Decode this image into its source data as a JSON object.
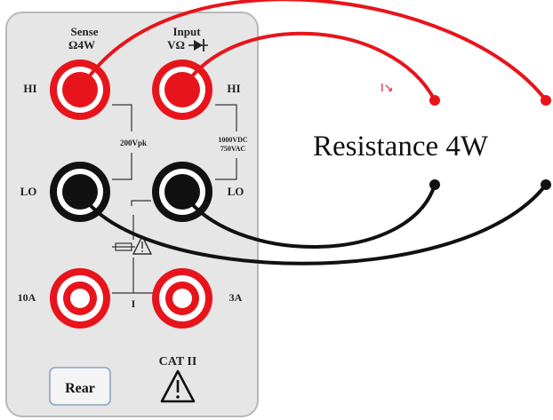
{
  "panel": {
    "sense_label_1": "Sense",
    "sense_label_2": "Ω4W",
    "input_label_1": "Input",
    "input_label_2": "VΩ",
    "hi_left": "HI",
    "hi_right": "HI",
    "lo_left": "LO",
    "lo_right": "LO",
    "vpk_label": "200Vpk",
    "vdc_label": "1000VDC",
    "vac_label": "750VAC",
    "a10_label": "10A",
    "a3_label": "3A",
    "i_label": "I",
    "cat_label": "CAT II",
    "rear_button": "Rear"
  },
  "diagram": {
    "title": "Resistance 4W",
    "current_label": "I↘"
  },
  "colors": {
    "red": "#e8141b",
    "black": "#111111",
    "panel": "#e6e6e6"
  }
}
